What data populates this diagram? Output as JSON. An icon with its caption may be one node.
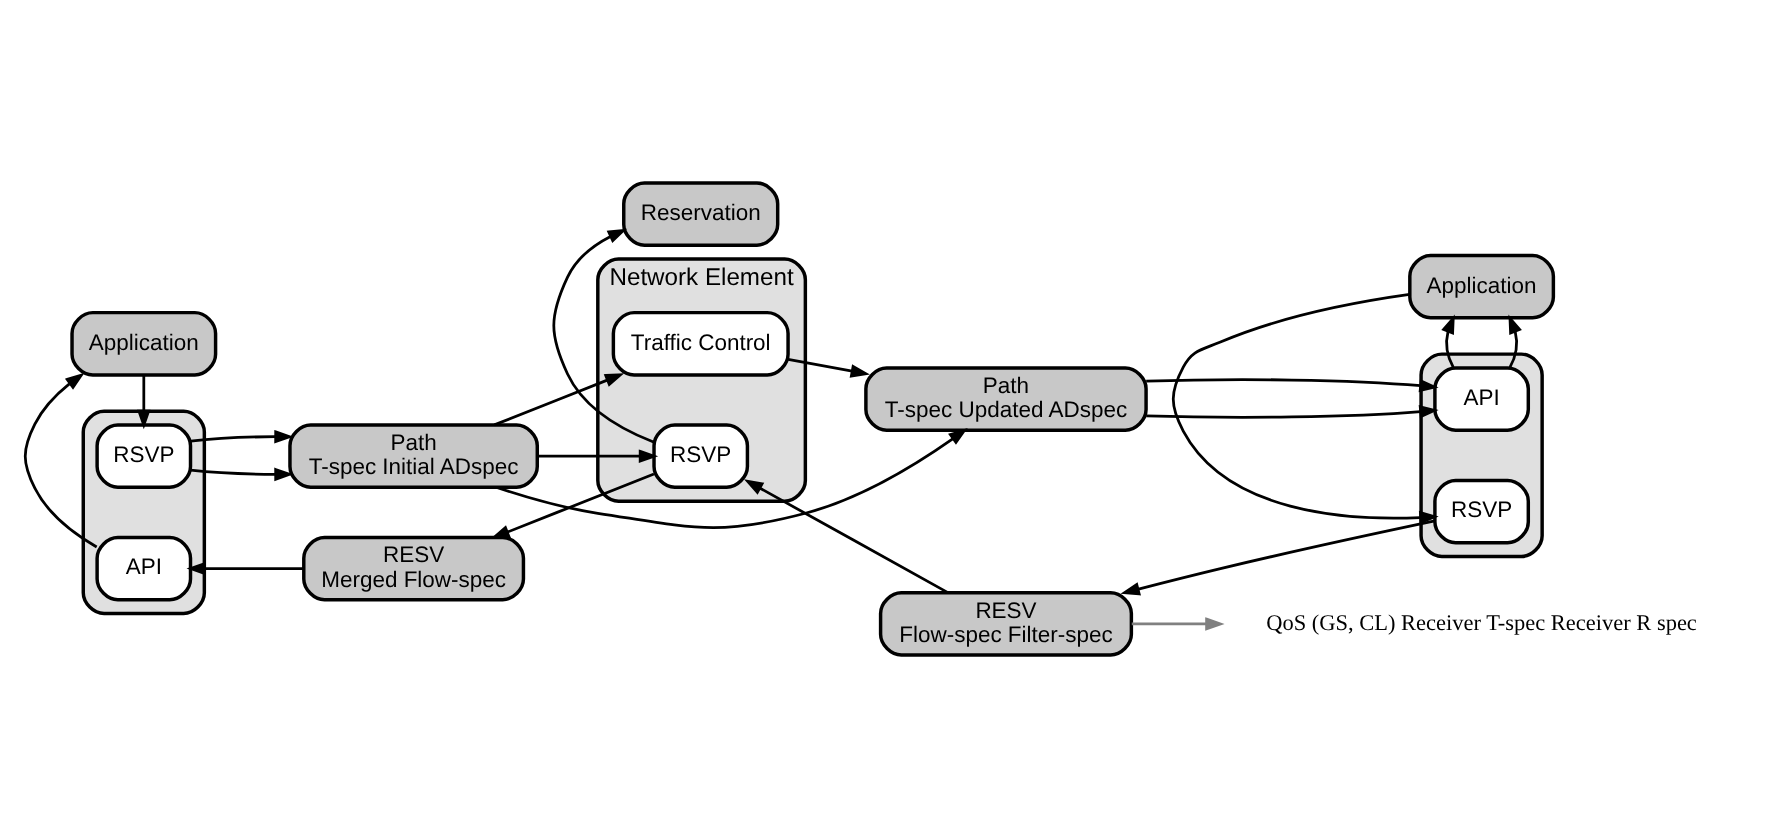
{
  "diagram": {
    "nodes": [
      {
        "text": [],
        "shape": "box"
      },
      {
        "text": [
          "Application"
        ]
      },
      {
        "text": [
          "RSVP"
        ],
        "in": 0
      },
      {
        "text": [
          "API"
        ],
        "in": 0
      },
      {
        "text": [
          "Path",
          "T-spec Initial ADspec"
        ]
      },
      {
        "text": [
          "RESV",
          "Merged Flow-spec"
        ]
      },
      {
        "text": [
          "Network Element"
        ]
      },
      {
        "text": [
          "Traffic Control"
        ],
        "in": 6
      },
      {
        "text": [
          "RSVP"
        ],
        "in": 6
      },
      {
        "text": [
          "Reservation"
        ]
      },
      {
        "text": [
          "Path",
          "T-spec Updated ADspec"
        ]
      },
      {
        "text": [
          "RESV",
          "Flow-spec Filter-spec"
        ]
      },
      {
        "text": [],
        "shape": "box"
      },
      {
        "text": [
          "Application"
        ]
      },
      {
        "text": [
          "API"
        ],
        "in": 12
      },
      {
        "text": [
          "RSVP"
        ],
        "in": 12
      },
      {
        "text": [
          "QoS (GS, CL) Receiver T-spec Receiver R spec"
        ]
      }
    ],
    "edges": [
      {
        "from": 1,
        "to": 2,
        "arrow": "to"
      },
      {
        "from": 3,
        "to": 1,
        "arrow": "to"
      },
      {
        "from": 2,
        "to": 4,
        "arrow": "to"
      },
      {
        "from": 2,
        "to": 4,
        "arrow": "to"
      },
      {
        "from": 4,
        "to": 10,
        "arrow": "to"
      },
      {
        "from": 4,
        "to": 8,
        "arrow": "to"
      },
      {
        "from": 4,
        "to": 7,
        "arrow": "to"
      },
      {
        "from": 7,
        "to": 10,
        "arrow": "to"
      },
      {
        "from": 10,
        "to": 14,
        "arrow": "to"
      },
      {
        "from": 10,
        "to": 14,
        "arrow": "to"
      },
      {
        "from": 14,
        "to": 13,
        "arrow": "to"
      },
      {
        "from": 14,
        "to": 13,
        "arrow": "to"
      },
      {
        "from": 13,
        "to": 15,
        "arrow": "to"
      },
      {
        "from": 15,
        "to": 11,
        "arrow": "to"
      },
      {
        "from": 11,
        "to": 8,
        "arrow": "to"
      },
      {
        "from": 8,
        "to": 5,
        "arrow": "to"
      },
      {
        "from": 5,
        "to": 3,
        "arrow": "to"
      },
      {
        "from": 8,
        "to": 9,
        "arrow": "to"
      },
      {
        "from": 11,
        "to": 16,
        "arrow": "to",
        "color": "#808080"
      }
    ]
  }
}
